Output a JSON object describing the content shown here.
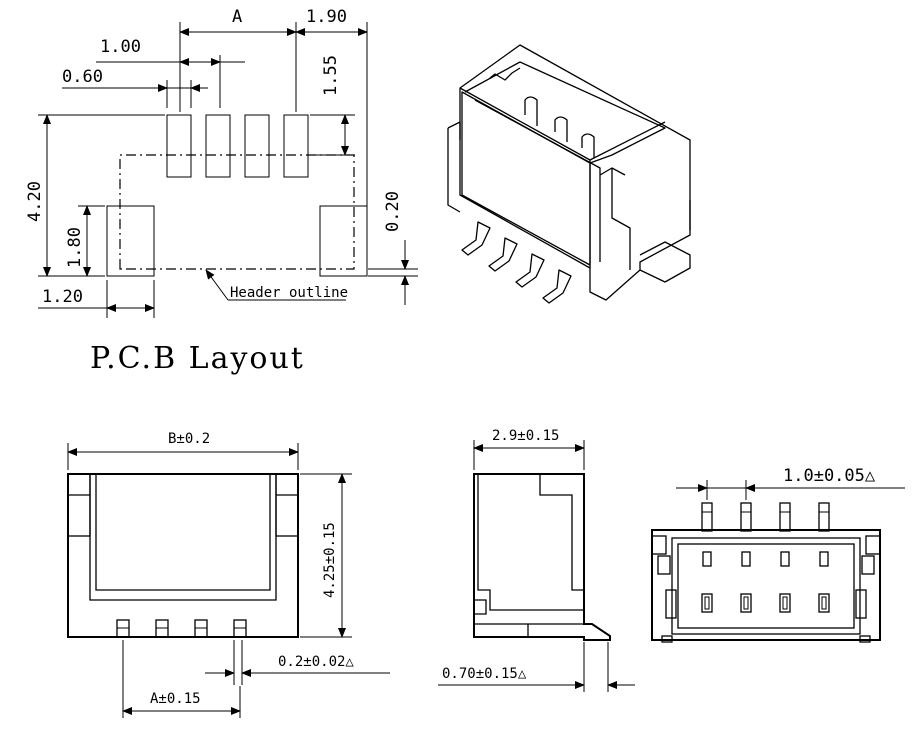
{
  "title": "P.C.B Layout",
  "pcb": {
    "dim_a": "A",
    "dim_190": "1.90",
    "dim_100": "1.00",
    "dim_060": "0.60",
    "dim_155": "1.55",
    "dim_420": "4.20",
    "dim_180": "1.80",
    "dim_020": "0.20",
    "dim_120": "1.20",
    "header_outline": "Header outline"
  },
  "front_view": {
    "dim_b": "B±0.2",
    "dim_height": "4.25±0.15",
    "dim_pin_width": "0.2±0.02△",
    "dim_a": "A±0.15"
  },
  "side_view": {
    "dim_depth": "2.9±0.15",
    "dim_foot": "0.70±0.15△"
  },
  "top_view": {
    "dim_pitch": "1.0±0.05△"
  }
}
